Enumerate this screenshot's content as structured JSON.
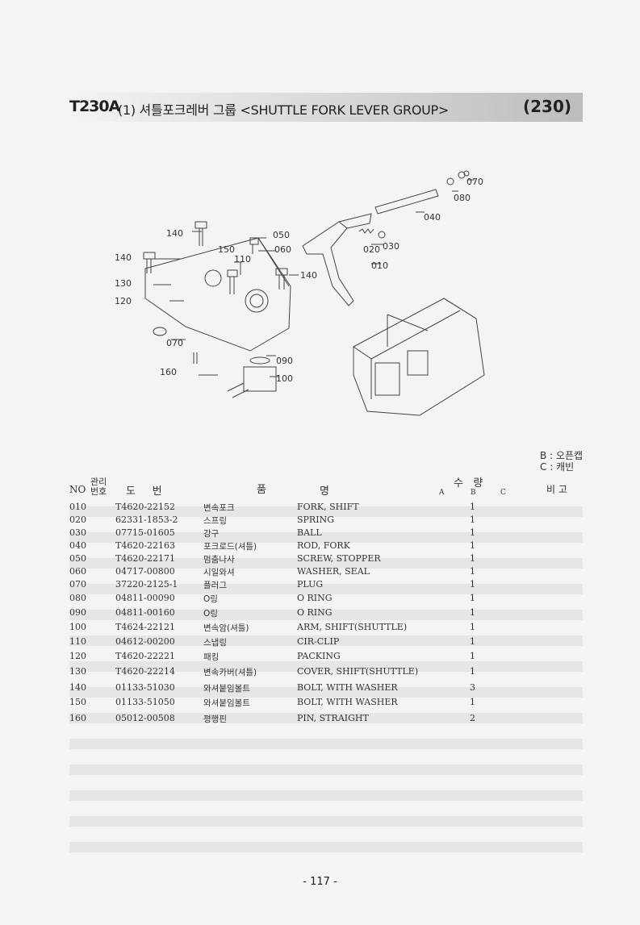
{
  "title": {
    "code": "T230A",
    "subtitle": "(1) 셔틀포크레버 그룹 <SHUTTLE FORK LEVER GROUP>",
    "group_number": "(230)"
  },
  "diagram_labels": [
    "070",
    "080",
    "040",
    "140",
    "050",
    "060",
    "150",
    "110",
    "020",
    "030",
    "010",
    "140",
    "140",
    "130",
    "120",
    "070",
    "090",
    "160",
    "100"
  ],
  "legend": [
    "B : 오픈캡",
    "C : 캐빈"
  ],
  "header": {
    "no": "NO",
    "mgmt_top": "관리",
    "mgmt_bottom": "번호",
    "drawing": "도     번",
    "item_a": "품",
    "item_b": "명",
    "qty": "수   량",
    "qty_a": "A",
    "qty_b": "B",
    "qty_c": "C",
    "remarks": "비 고"
  },
  "parts": [
    {
      "no": "010",
      "part": "T4620-22152",
      "kr": "변속포크",
      "en": "FORK, SHIFT",
      "qty": "1"
    },
    {
      "no": "020",
      "part": "62331-1853-2",
      "kr": "스프링",
      "en": "SPRING",
      "qty": "1"
    },
    {
      "no": "030",
      "part": "07715-01605",
      "kr": "강구",
      "en": "BALL",
      "qty": "1"
    },
    {
      "no": "040",
      "part": "T4620-22163",
      "kr": "포크로드(셔틀)",
      "en": "ROD, FORK",
      "qty": "1"
    },
    {
      "no": "050",
      "part": "T4620-22171",
      "kr": "멈춤나사",
      "en": "SCREW, STOPPER",
      "qty": "1"
    },
    {
      "no": "060",
      "part": "04717-00800",
      "kr": "시일와셔",
      "en": "WASHER, SEAL",
      "qty": "1"
    },
    {
      "no": "070",
      "part": "37220-2125-1",
      "kr": "플러그",
      "en": "PLUG",
      "qty": "1"
    },
    {
      "no": "080",
      "part": "04811-00090",
      "kr": "O링",
      "en": "O RING",
      "qty": "1"
    },
    {
      "no": "090",
      "part": "04811-00160",
      "kr": "O링",
      "en": "O RING",
      "qty": "1"
    },
    {
      "no": "100",
      "part": "T4624-22121",
      "kr": "변속암(셔틀)",
      "en": "ARM, SHIFT(SHUTTLE)",
      "qty": "1"
    },
    {
      "no": "110",
      "part": "04612-00200",
      "kr": "스냅링",
      "en": "CIR-CLIP",
      "qty": "1"
    },
    {
      "no": "120",
      "part": "T4620-22221",
      "kr": "패킹",
      "en": "PACKING",
      "qty": "1"
    },
    {
      "no": "130",
      "part": "T4620-22214",
      "kr": "변속카버(셔틀)",
      "en": "COVER, SHIFT(SHUTTLE)",
      "qty": "1"
    },
    {
      "no": "140",
      "part": "01133-51030",
      "kr": "와셔붙임볼트",
      "en": "BOLT, WITH WASHER",
      "qty": "3"
    },
    {
      "no": "150",
      "part": "01133-51050",
      "kr": "와셔붙임볼트",
      "en": "BOLT, WITH WASHER",
      "qty": "1"
    },
    {
      "no": "160",
      "part": "05012-00508",
      "kr": "평행핀",
      "en": "PIN, STRAIGHT",
      "qty": "2"
    }
  ],
  "page_number": "- 117 -"
}
